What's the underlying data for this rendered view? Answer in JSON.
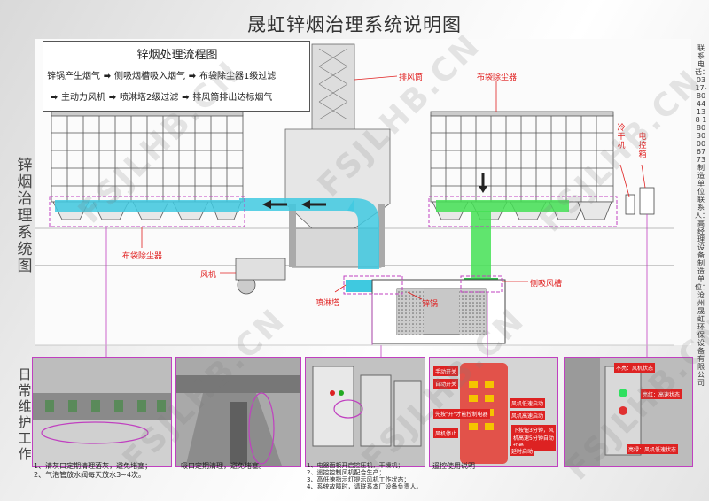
{
  "title": "晟虹锌烟治理系统说明图",
  "flow": {
    "title": "锌烟处理流程图",
    "row1": [
      "锌锅产生烟气",
      "侧吸烟槽吸入烟气",
      "布袋除尘器1级过滤"
    ],
    "row2": [
      "主动力风机",
      "喷淋塔2级过滤",
      "排风筒排出达标烟气"
    ],
    "arrow": "➡"
  },
  "side_title": "锌烟治理系统图",
  "maintenance_title": "日常维护工作",
  "contact_text": "联系电话：0317-8044138 18030006773 制造单位联系人：高经理 设备制造单位：沧州晟虹环保设备有限公司",
  "labels": {
    "exhaust_pipe": "排风筒",
    "bag_filter_right": "布袋除尘器",
    "bag_filter_left": "布袋除尘器",
    "cold_dryer": "冷干机",
    "control_box": "电控箱",
    "fan": "风机",
    "side_suction": "侧吸风槽",
    "spray_tower": "喷淋塔",
    "zinc_pot": "锌锅"
  },
  "photo_annotations": {
    "remote": [
      "手动开关",
      "自动开关",
      "风机低速启动",
      "风机高速启动",
      "风机停止",
      "先按\"开\"才能控制电器",
      "下按钮3分钟，风机高速5分钟自动切换",
      "延时启动"
    ],
    "lamp": [
      "不亮：风机状态",
      "亮红：高速状态",
      "亮绿：风机低速状态"
    ]
  },
  "captions": [
    [
      "1、清灰口定期清理落灰，避免堵塞；",
      "2、气泡管放水阀每天放水3~4次。"
    ],
    [
      "吸口定期清理，避免堵塞。"
    ],
    [
      "1、电器面板开启控压机，干燥机；",
      "2、遥控控制风机配合生产；",
      "3、高低速指示灯提示风机工作状态；",
      "4、系统故障时，请联系本厂设备负责人。"
    ],
    [
      "遥控使用说明"
    ]
  ],
  "watermark": "FSJLHB.CN",
  "colors": {
    "cyan_duct": "#3fc9e0",
    "green_duct": "#44e055",
    "red_label": "#e02020",
    "magenta_frame": "#c040c0"
  }
}
